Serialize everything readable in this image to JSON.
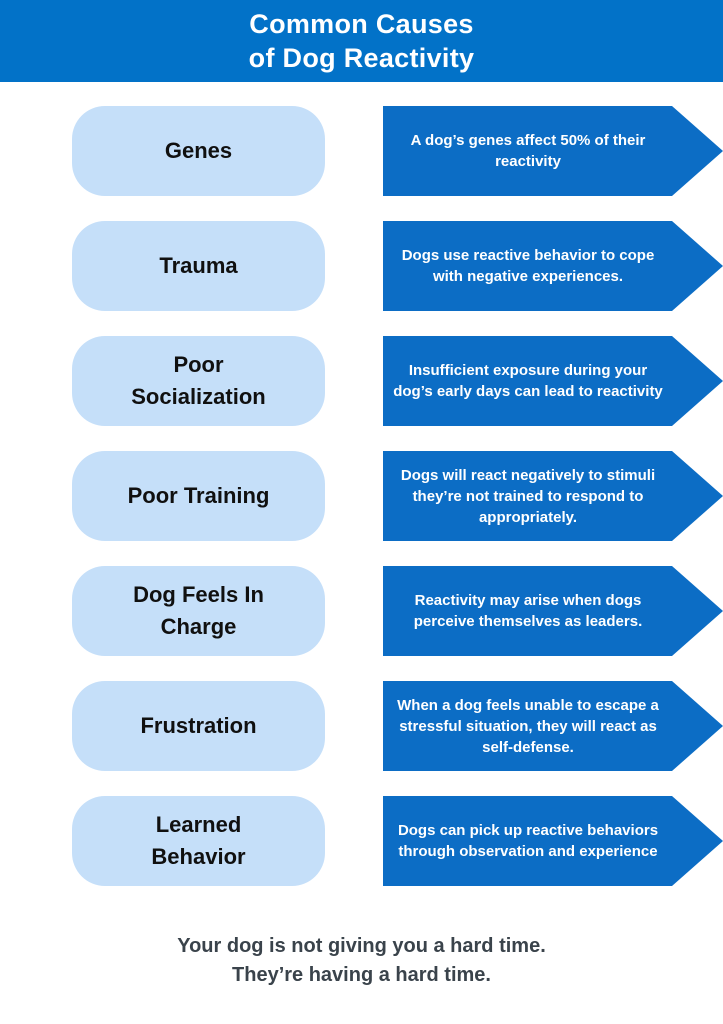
{
  "header": {
    "title_line1": "Common Causes",
    "title_line2": "of Dog Reactivity"
  },
  "rows": [
    {
      "cause": "Genes",
      "description": "A dog’s genes affect 50% of their reactivity"
    },
    {
      "cause": "Trauma",
      "description": "Dogs use reactive behavior to cope with negative experiences."
    },
    {
      "cause": "Poor Socialization",
      "description": "Insufficient exposure during your dog’s early days can lead to reactivity"
    },
    {
      "cause": "Poor Training",
      "description": "Dogs will react negatively to stimuli they’re not trained to respond to appropriately."
    },
    {
      "cause": "Dog Feels In Charge",
      "description": "Reactivity may arise when dogs perceive themselves as leaders."
    },
    {
      "cause": "Frustration",
      "description": "When a dog feels unable to escape a stressful situation, they will react as self-defense."
    },
    {
      "cause": "Learned Behavior",
      "description": "Dogs can pick up reactive behaviors through observation and experience"
    }
  ],
  "footer": {
    "line1": "Your dog is not giving you a hard time.",
    "line2": "They’re having a hard time."
  },
  "colors": {
    "header_bg": "#0272C8",
    "pill_bg": "#C5DFF9",
    "arrow_bg": "#0C6DC5",
    "pill_text": "#101010",
    "arrow_text": "#FFFFFF",
    "footer_text": "#3A434B"
  }
}
